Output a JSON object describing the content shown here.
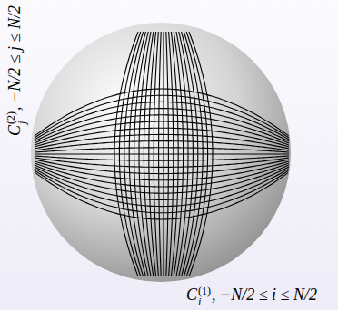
{
  "diagram": {
    "labels": [
      "C",
      "(1)",
      "i",
      ", −N/2 ≤ i ≤ N/2",
      "C",
      "(2)",
      "j",
      ", −N/2 ≤ j ≤ N/2"
    ]
  }
}
